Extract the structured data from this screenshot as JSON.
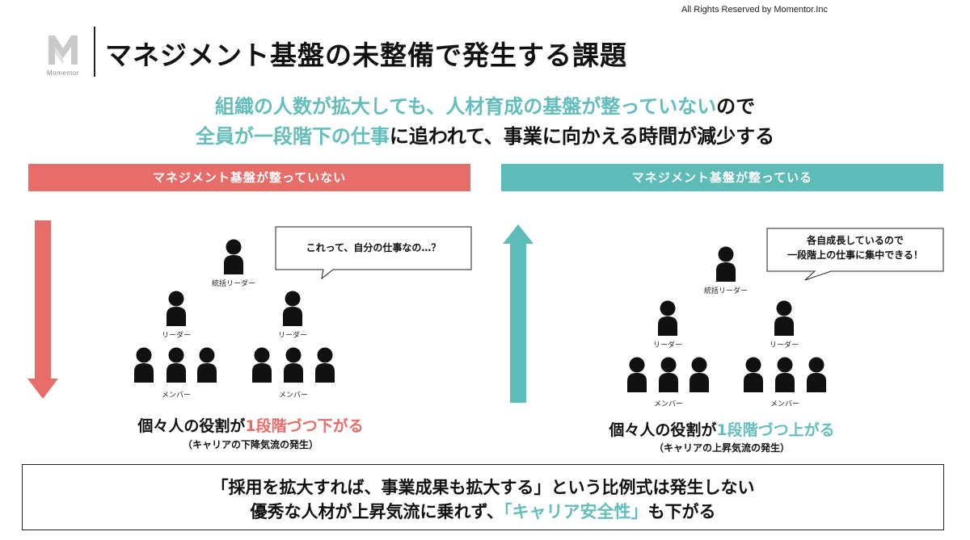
{
  "copyright": "All Rights Reserved by Momentor.Inc",
  "logo": {
    "text": "Momentor",
    "icon": "momentor-logo-icon"
  },
  "title": "マネジメント基盤の未整備で発生する課題",
  "subtitle": {
    "line1": {
      "highlight": "組織の人数が拡大しても、人材育成の基盤が整っていない",
      "rest": "ので"
    },
    "line2": {
      "highlight": "全員が一段階下の仕事",
      "rest": "に追われて、事業に向かえる時間が減少する"
    }
  },
  "left": {
    "banner": "マネジメント基盤が整っていない",
    "bubble": "これって、自分の仕事なの…？",
    "labels": {
      "top": "統括リーダー",
      "leader": "リーダー",
      "member": "メンバー"
    },
    "role_prefix": "個々人の役割が",
    "role_highlight": "1段階づつ下がる",
    "role_note": "（キャリアの下降気流の発生）",
    "arrow": "down-arrow-icon",
    "color": "#e76d68"
  },
  "right": {
    "banner": "マネジメント基盤が整っている",
    "bubble_line1": "各自成長しているので",
    "bubble_line2": "一段階上の仕事に集中できる！",
    "labels": {
      "top": "統括リーダー",
      "leader": "リーダー",
      "member": "メンバー"
    },
    "role_prefix": "個々人の役割が",
    "role_highlight": "1段階づつ上がる",
    "role_note": "（キャリアの上昇気流の発生）",
    "arrow": "up-arrow-icon",
    "color": "#5dbbb8"
  },
  "conclusion": {
    "line1": "「採用を拡大すれば、事業成果も拡大する」という比例式は発生しない",
    "line2_prefix": "優秀な人材が上昇気流に乗れず、",
    "line2_highlight": "「キャリア安全性」",
    "line2_suffix": "も下がる"
  }
}
